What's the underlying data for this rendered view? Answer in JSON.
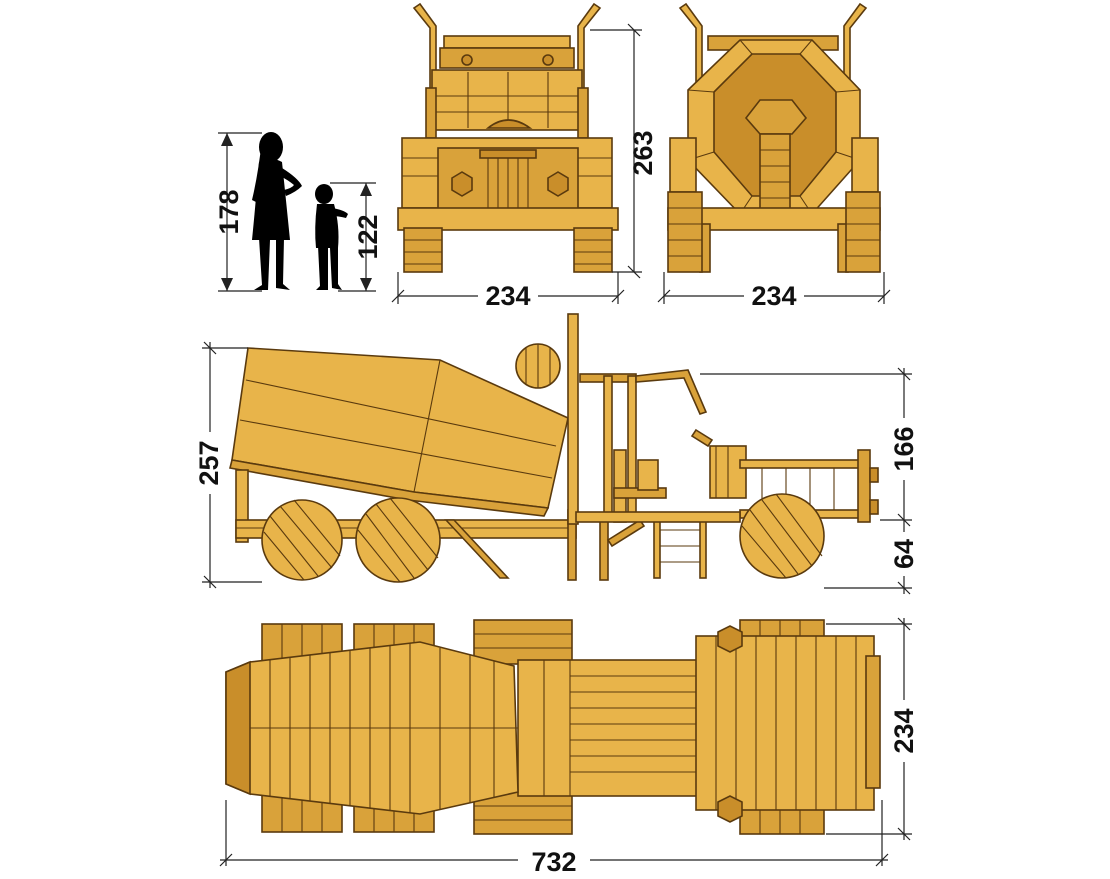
{
  "dimensions": {
    "woman_height": "178",
    "child_height": "122",
    "front_height": "263",
    "front_width": "234",
    "rear_width": "234",
    "side_height": "257",
    "side_upper": "166",
    "side_lower": "64",
    "top_width": "234",
    "top_length": "732"
  },
  "colors": {
    "wood": "#e8b44a",
    "wood_shade": "#c98e2a",
    "outline": "#5a3a0e",
    "dimension_lines": "#222222"
  }
}
